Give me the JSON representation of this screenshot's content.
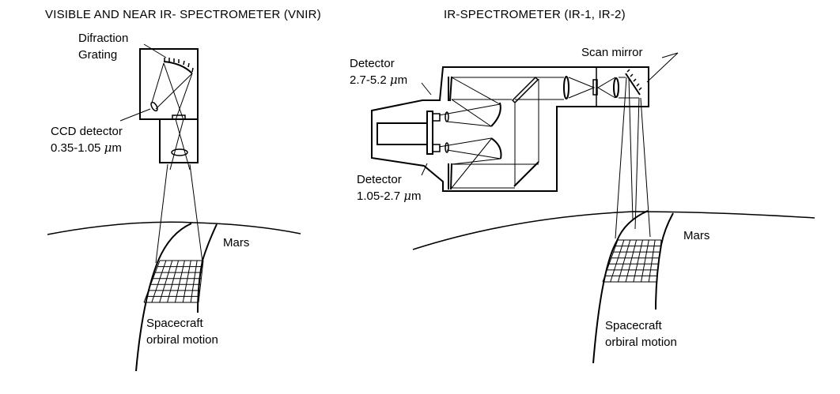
{
  "vnir": {
    "title": "VISIBLE AND NEAR IR- SPECTROMETER (VNIR)",
    "grating_label_1": "Difraction",
    "grating_label_2": "Grating",
    "ccd_label_1": "CCD detector",
    "ccd_label_2_prefix": "0.35-1.05 ",
    "mu": "μ",
    "unit_suffix": "m",
    "planet_label": "Mars",
    "motion_label_1": "Spacecraft",
    "motion_label_2": "orbiral motion"
  },
  "ir": {
    "title": "IR-SPECTROMETER (IR-1, IR-2)",
    "detector_top_1": "Detector",
    "detector_top_2_prefix": "2.7-5.2 ",
    "detector_bottom_1": "Detector",
    "detector_bottom_2_prefix": "1.05-2.7 ",
    "mu": "μ",
    "unit_suffix": "m",
    "scan_mirror_label": "Scan mirror",
    "planet_label": "Mars",
    "motion_label_1": "Spacecraft",
    "motion_label_2": "orbiral motion"
  },
  "colors": {
    "ink": "#000000",
    "background": "#ffffff"
  }
}
